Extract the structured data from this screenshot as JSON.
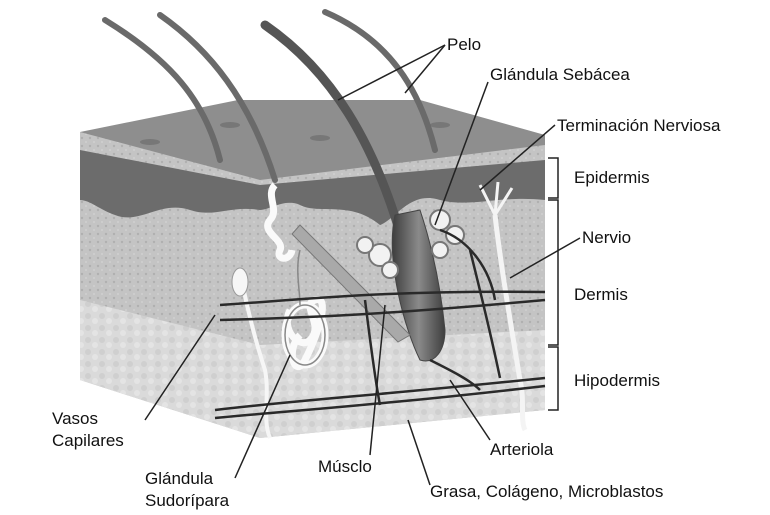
{
  "labels": {
    "pelo": "Pelo",
    "glandula_sebacea": "Glándula Sebácea",
    "terminacion_nerviosa": "Terminación Nerviosa",
    "epidermis": "Epidermis",
    "nervio": "Nervio",
    "dermis": "Dermis",
    "hipodermis": "Hipodermis",
    "vasos_line1": "Vasos",
    "vasos_line2": "Capilares",
    "glandula_sudoripara_line1": "Glándula",
    "glandula_sudoripara_line2": "Sudorípara",
    "musculo": "Músclo",
    "arteriola": "Arteriola",
    "grasa": "Grasa, Colágeno, Microblastos"
  },
  "colors": {
    "epidermis_top": "#8a8a8a",
    "epidermis_layer": "#6f6f6f",
    "dermis": "#b9b9b9",
    "hypodermis": "#d6d6d6",
    "hair": "#5a5a5a",
    "vessel": "#2a2a2a"
  }
}
